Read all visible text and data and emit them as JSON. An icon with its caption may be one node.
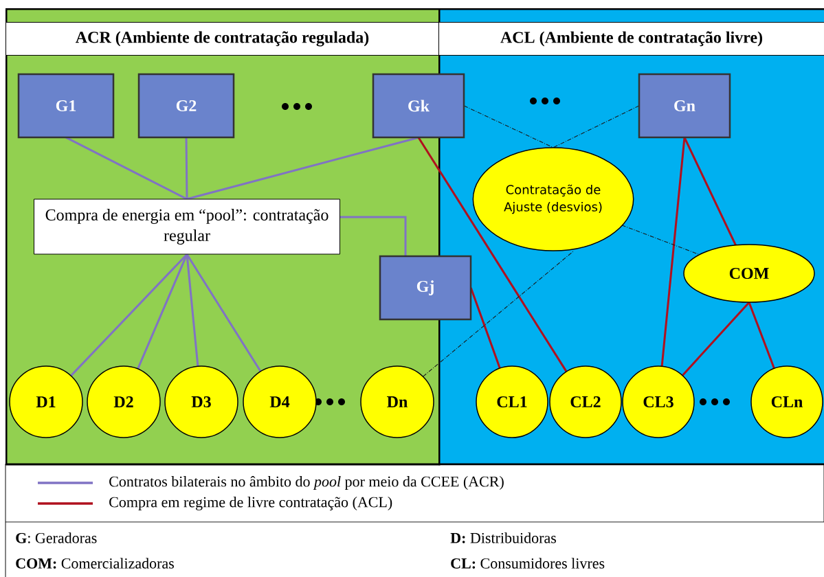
{
  "diagram": {
    "nodes": [
      {
        "text": [
          "ACR (Ambiente de contratação regulada)"
        ]
      },
      {
        "text": [
          "ACL (Ambiente de contratação livre)"
        ]
      },
      {
        "text": [
          "G1"
        ],
        "in": 0
      },
      {
        "text": [
          "G2"
        ],
        "in": 0
      },
      {
        "text": [
          "Gk"
        ],
        "in": 0
      },
      {
        "text": [
          "Gn"
        ],
        "in": 1
      },
      {
        "text": [
          "Compra de energia em “pool”: contratação regular"
        ],
        "in": 0
      },
      {
        "text": [
          "Gj"
        ]
      },
      {
        "text": [
          "Contratação de Ajuste (desvios)"
        ],
        "in": 1
      },
      {
        "text": [
          "COM"
        ],
        "in": 1
      },
      {
        "text": [
          "D1"
        ],
        "in": 0
      },
      {
        "text": [
          "D2"
        ],
        "in": 0
      },
      {
        "text": [
          "D3"
        ],
        "in": 0
      },
      {
        "text": [
          "D4"
        ],
        "in": 0
      },
      {
        "text": [
          "Dn"
        ],
        "in": 0
      },
      {
        "text": [
          "CL1"
        ],
        "in": 1
      },
      {
        "text": [
          "CL2"
        ],
        "in": 1
      },
      {
        "text": [
          "CL3"
        ],
        "in": 1
      },
      {
        "text": [
          "CLn"
        ],
        "in": 1
      }
    ],
    "edges": [
      {
        "from": 2,
        "to": 6,
        "arrow": "none"
      },
      {
        "from": 3,
        "to": 6,
        "arrow": "none"
      },
      {
        "from": 4,
        "to": 6,
        "arrow": "none"
      },
      {
        "from": 6,
        "to": 7,
        "arrow": "none"
      },
      {
        "from": 6,
        "to": 10,
        "arrow": "none"
      },
      {
        "from": 6,
        "to": 11,
        "arrow": "none"
      },
      {
        "from": 6,
        "to": 12,
        "arrow": "none"
      },
      {
        "from": 6,
        "to": 13,
        "arrow": "none"
      },
      {
        "from": 4,
        "to": 16,
        "arrow": "none",
        "color": "#b0101e"
      },
      {
        "from": 7,
        "to": 15,
        "arrow": "none",
        "color": "#b0101e"
      },
      {
        "from": 5,
        "to": 17,
        "arrow": "none",
        "color": "#b0101e"
      },
      {
        "from": 5,
        "to": 9,
        "arrow": "none",
        "color": "#b0101e"
      },
      {
        "from": 9,
        "to": 17,
        "arrow": "none",
        "color": "#b0101e"
      },
      {
        "from": 9,
        "to": 18,
        "arrow": "none",
        "color": "#b0101e"
      },
      {
        "from": 4,
        "to": 8,
        "arrow": "none",
        "style": "dashed",
        "color": "#1a1a1a"
      },
      {
        "from": 5,
        "to": 8,
        "arrow": "none",
        "style": "dashed",
        "color": "#1a1a1a"
      },
      {
        "from": 14,
        "to": 8,
        "arrow": "none",
        "style": "dashed",
        "color": "#1a1a1a"
      },
      {
        "from": 8,
        "to": 9,
        "arrow": "none",
        "style": "dashed",
        "color": "#1a1a1a"
      }
    ],
    "labels": [
      "**G**: Geradoras",
      "**D:** Distribuidoras",
      "**COM:**  Comercializadoras",
      "**CL:** Consumidores livres"
    ],
    "legend": [
      {
        "text": "Contratos bilaterais no âmbito do *pool* por meio da CCEE (ACR)"
      },
      {
        "text": "Compra em regime de livre contratação (ACL)"
      }
    ]
  }
}
